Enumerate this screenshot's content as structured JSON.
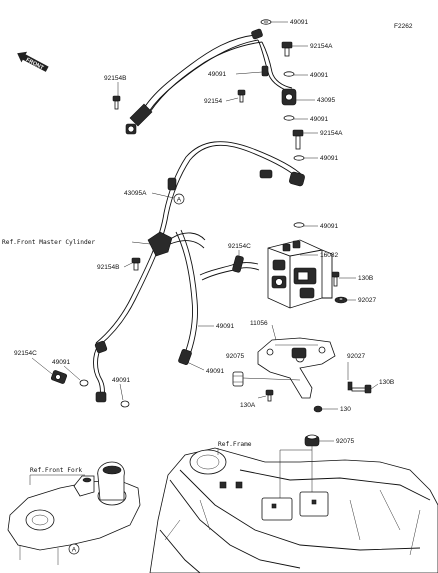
{
  "diagram_code": "F2262",
  "front_badge": "FRONT",
  "circle_ref": "A",
  "callouts": {
    "c49091_top": "49091",
    "c92154A_top": "92154A",
    "c49091_mid_left": "49091",
    "c49091_mid_right": "49091",
    "c92154B_left": "92154B",
    "c92154": "92154",
    "c43095_right": "43095",
    "c49091_r3": "49091",
    "c92154A_r2": "92154A",
    "c49091_r4": "49091",
    "c43095A": "43095A",
    "c49091_r5": "49091",
    "c16082": "16082",
    "c92154C_center": "92154C",
    "c92154B_mid": "92154B",
    "c130B_upper": "130B",
    "c92027_upper": "92027",
    "c49091_center": "49091",
    "c11056": "11056",
    "c92154C_left": "92154C",
    "c49091_left_a": "49091",
    "c49091_left_b": "49091",
    "c49091_lower": "49091",
    "c92075_upper": "92075",
    "c92027_lower": "92027",
    "c130B_lower": "130B",
    "c130A": "130A",
    "c130": "130",
    "c92075_lower": "92075"
  },
  "refs": {
    "front_master_cylinder": "Ref.Front Master Cylinder",
    "front_fork": "Ref.Front Fork",
    "frame": "Ref.Frame"
  }
}
